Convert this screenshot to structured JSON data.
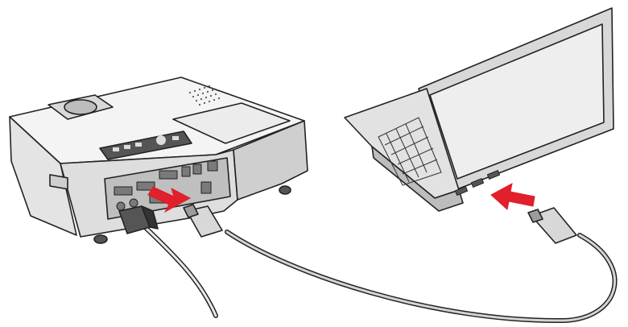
{
  "illustration": {
    "devices": [
      "projector",
      "laptop"
    ],
    "cable": "vga-computer-cable",
    "arrows": [
      "arrow-to-projector-port",
      "arrow-to-laptop-port"
    ]
  },
  "colors": {
    "outline": "#222222",
    "body_light": "#f2f2f2",
    "body_mid": "#d6d6d6",
    "body_dark": "#a9a9a9",
    "arrow": "#e0202a",
    "cable": "#cfcfcf"
  }
}
